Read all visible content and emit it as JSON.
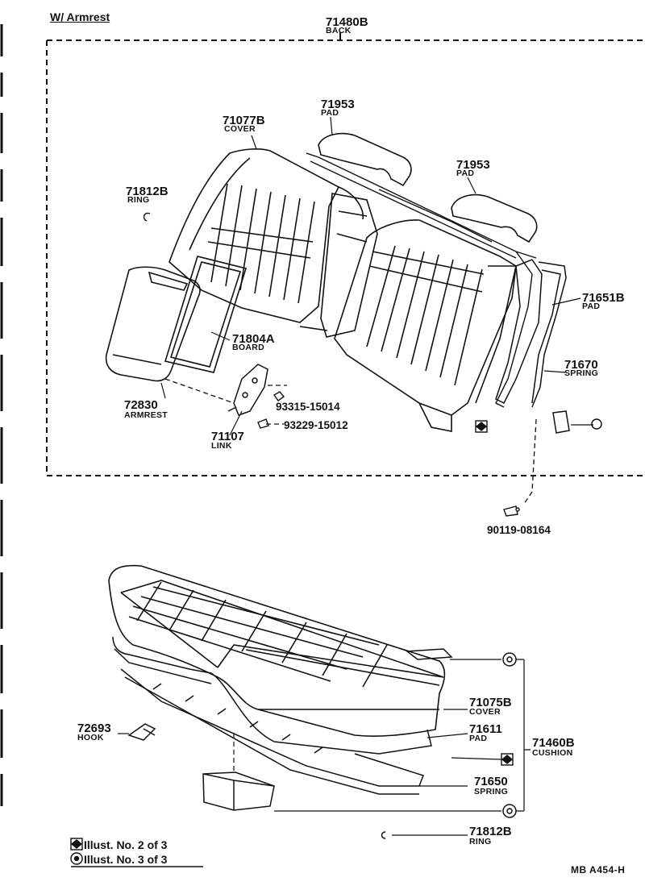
{
  "header": "W/ Armrest",
  "diagram_code": "MB  A454-H",
  "legend": [
    {
      "symbol": "diamond-icon",
      "text": "Illust. No. 2 of 3"
    },
    {
      "symbol": "ring-icon",
      "text": "Illust. No. 3 of 3"
    }
  ],
  "parts": {
    "back_no": "71480B",
    "back_name": "BACK",
    "cover_no": "71077B",
    "cover_name": "COVER",
    "pad1_no": "71953",
    "pad1_name": "PAD",
    "pad2_no": "71953",
    "pad2_name": "PAD",
    "ring_top_no": "71812B",
    "ring_top_name": "RING",
    "pad3_no": "71651B",
    "pad3_name": "PAD",
    "board_no": "71804A",
    "board_name": "BOARD",
    "spring_top_no": "71670",
    "spring_top_name": "SPRING",
    "armrest_no": "72830",
    "armrest_name": "ARMREST",
    "bolt1": "93315-15014",
    "bolt2": "93229-15012",
    "link_no": "71107",
    "link_name": "LINK",
    "bolt3": "90119-08164",
    "hook_no": "72693",
    "hook_name": "HOOK",
    "cover2_no": "71075B",
    "cover2_name": "COVER",
    "pad4_no": "71611",
    "pad4_name": "PAD",
    "cushion_no": "71460B",
    "cushion_name": "CUSHION",
    "spring2_no": "71650",
    "spring2_name": "SPRING",
    "ring2_no": "71812B",
    "ring2_name": "RING"
  }
}
